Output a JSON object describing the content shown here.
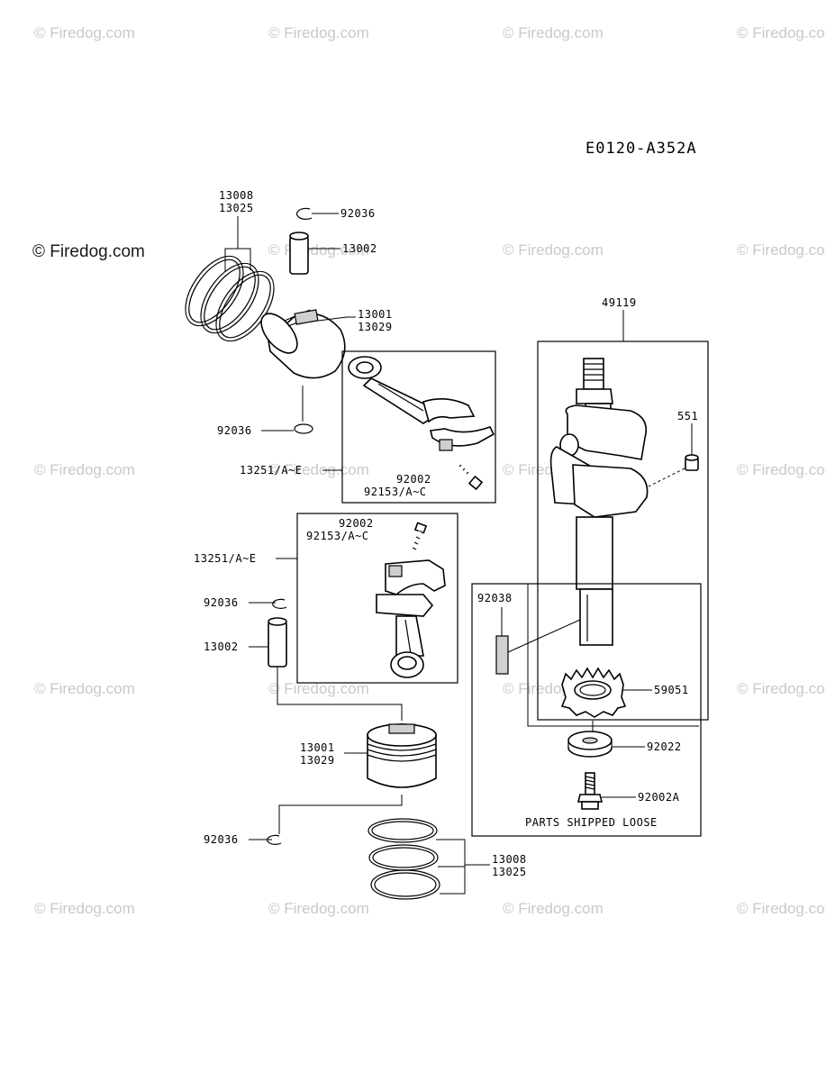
{
  "diagram_code": "E0120-A352A",
  "watermark_main": "© Firedog.com",
  "watermark": "© Firedog.com",
  "labels": {
    "rings_top_1": "13008",
    "rings_top_2": "13025",
    "clip_top": "92036",
    "pin_top": "13002",
    "piston_top_1": "13001",
    "piston_top_2": "13029",
    "clip_top_lower": "92036",
    "rod_top": "13251/A~E",
    "bolt_top_1": "92002",
    "bolt_top_2": "92153/A~C",
    "crankshaft": "49119",
    "pin_551": "551",
    "bolt_mid_1": "92002",
    "bolt_mid_2": "92153/A~C",
    "rod_mid": "13251/A~E",
    "clip_mid": "92036",
    "pin_mid": "13002",
    "key": "92038",
    "gear": "59051",
    "washer": "92022",
    "bolt_loose": "92002A",
    "loose_note": "PARTS SHIPPED LOOSE",
    "piston_bot_1": "13001",
    "piston_bot_2": "13029",
    "clip_bot": "92036",
    "rings_bot_1": "13008",
    "rings_bot_2": "13025"
  }
}
